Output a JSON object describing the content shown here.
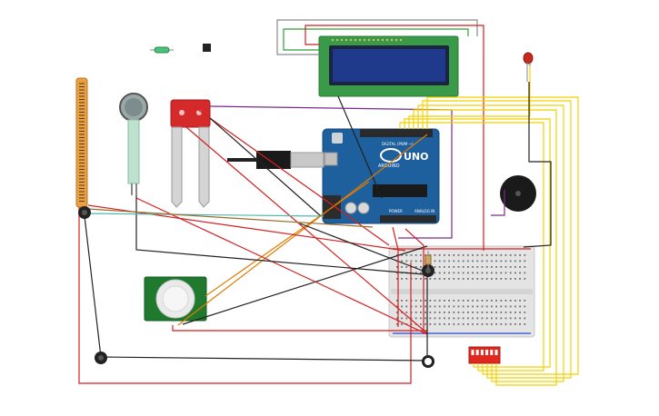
{
  "circuit": {
    "arduino": {
      "brand": "ARDUINO",
      "model": "UNO",
      "digital_label": "DIGITAL (PWM ~)",
      "power_label": "POWER",
      "analog_label": "ANALOG IN"
    },
    "lcd": {
      "rows": 2,
      "cols": 16,
      "color": "#1f3a8a"
    },
    "pir_sensor": {
      "color": "#1f7a2e"
    },
    "soil_sensor": {
      "color": "#d62a2a"
    },
    "dip_switch": {
      "color": "#e0281e",
      "positions": 6
    },
    "colors": {
      "wire_red": "#d41f1f",
      "wire_black": "#222222",
      "wire_yellow": "#f2d100",
      "wire_orange": "#e07b00",
      "wire_purple": "#7a2a8a",
      "wire_green": "#2e9e3a",
      "wire_gray": "#8a8a8a",
      "wire_brown": "#9b6a2a",
      "wire_teal": "#4fb6b0",
      "arduino_blue": "#1e5f9e"
    }
  }
}
